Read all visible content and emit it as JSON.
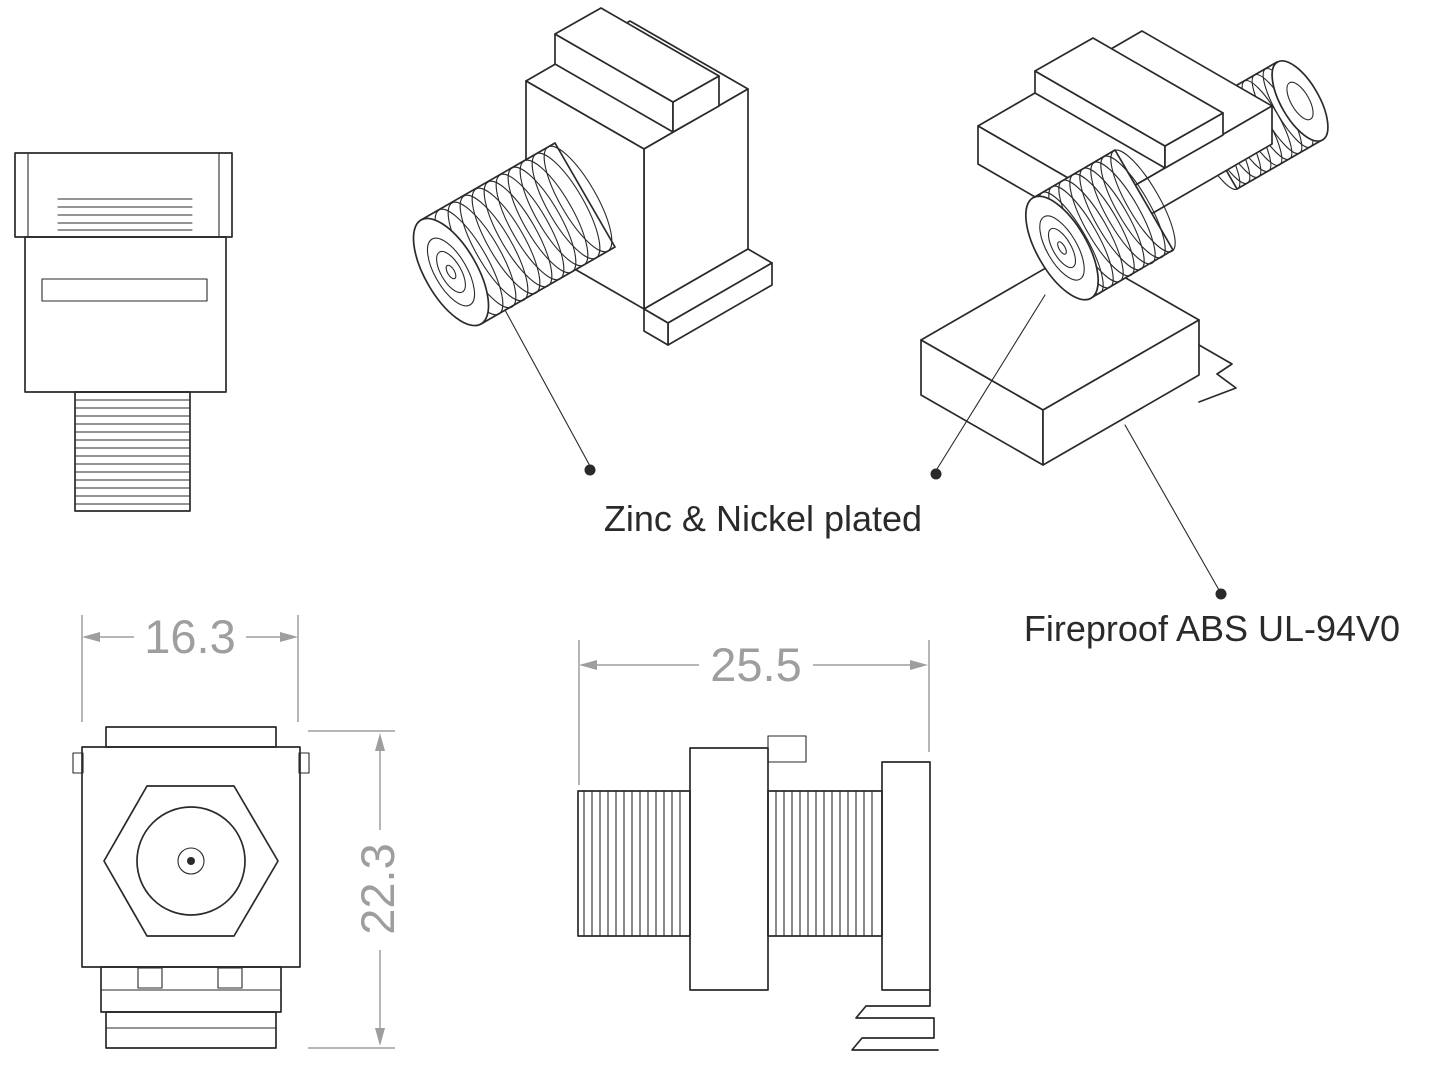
{
  "drawing": {
    "subject": "keystone-f-type-coupler",
    "annotations": {
      "plating": "Zinc & Nickel plated",
      "material": "Fireproof ABS UL-94V0"
    },
    "dimensions": {
      "front_width": "16.3",
      "front_height": "22.3",
      "side_length": "25.5"
    }
  },
  "colors": {
    "line": "#2a2a2a",
    "dimension": "#9e9e9e",
    "background": "#ffffff"
  }
}
